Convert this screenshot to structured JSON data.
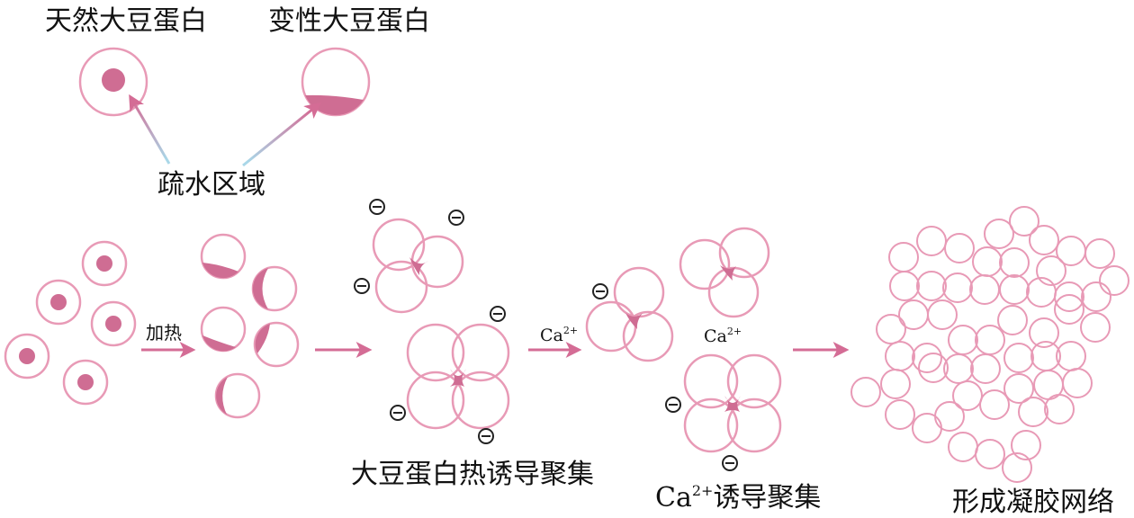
{
  "labels": {
    "native": "天然大豆蛋白",
    "denatured": "变性大豆蛋白",
    "hydrophobic": "疏水区域",
    "heat": "加热",
    "ca_arrow": "Ca",
    "ca_mid": "Ca",
    "sup": "2+",
    "heat_agg": "大豆蛋白热诱导聚集",
    "ca_agg_ca": "Ca",
    "ca_agg_sup": "2+",
    "ca_agg_rest": "诱导聚集",
    "network": "形成凝胶网络",
    "neg": "−"
  },
  "colors": {
    "outline": "#e89ab6",
    "fill": "#cf6d93",
    "arrow": "#d46c95",
    "line_light": "#a9d7e8"
  }
}
